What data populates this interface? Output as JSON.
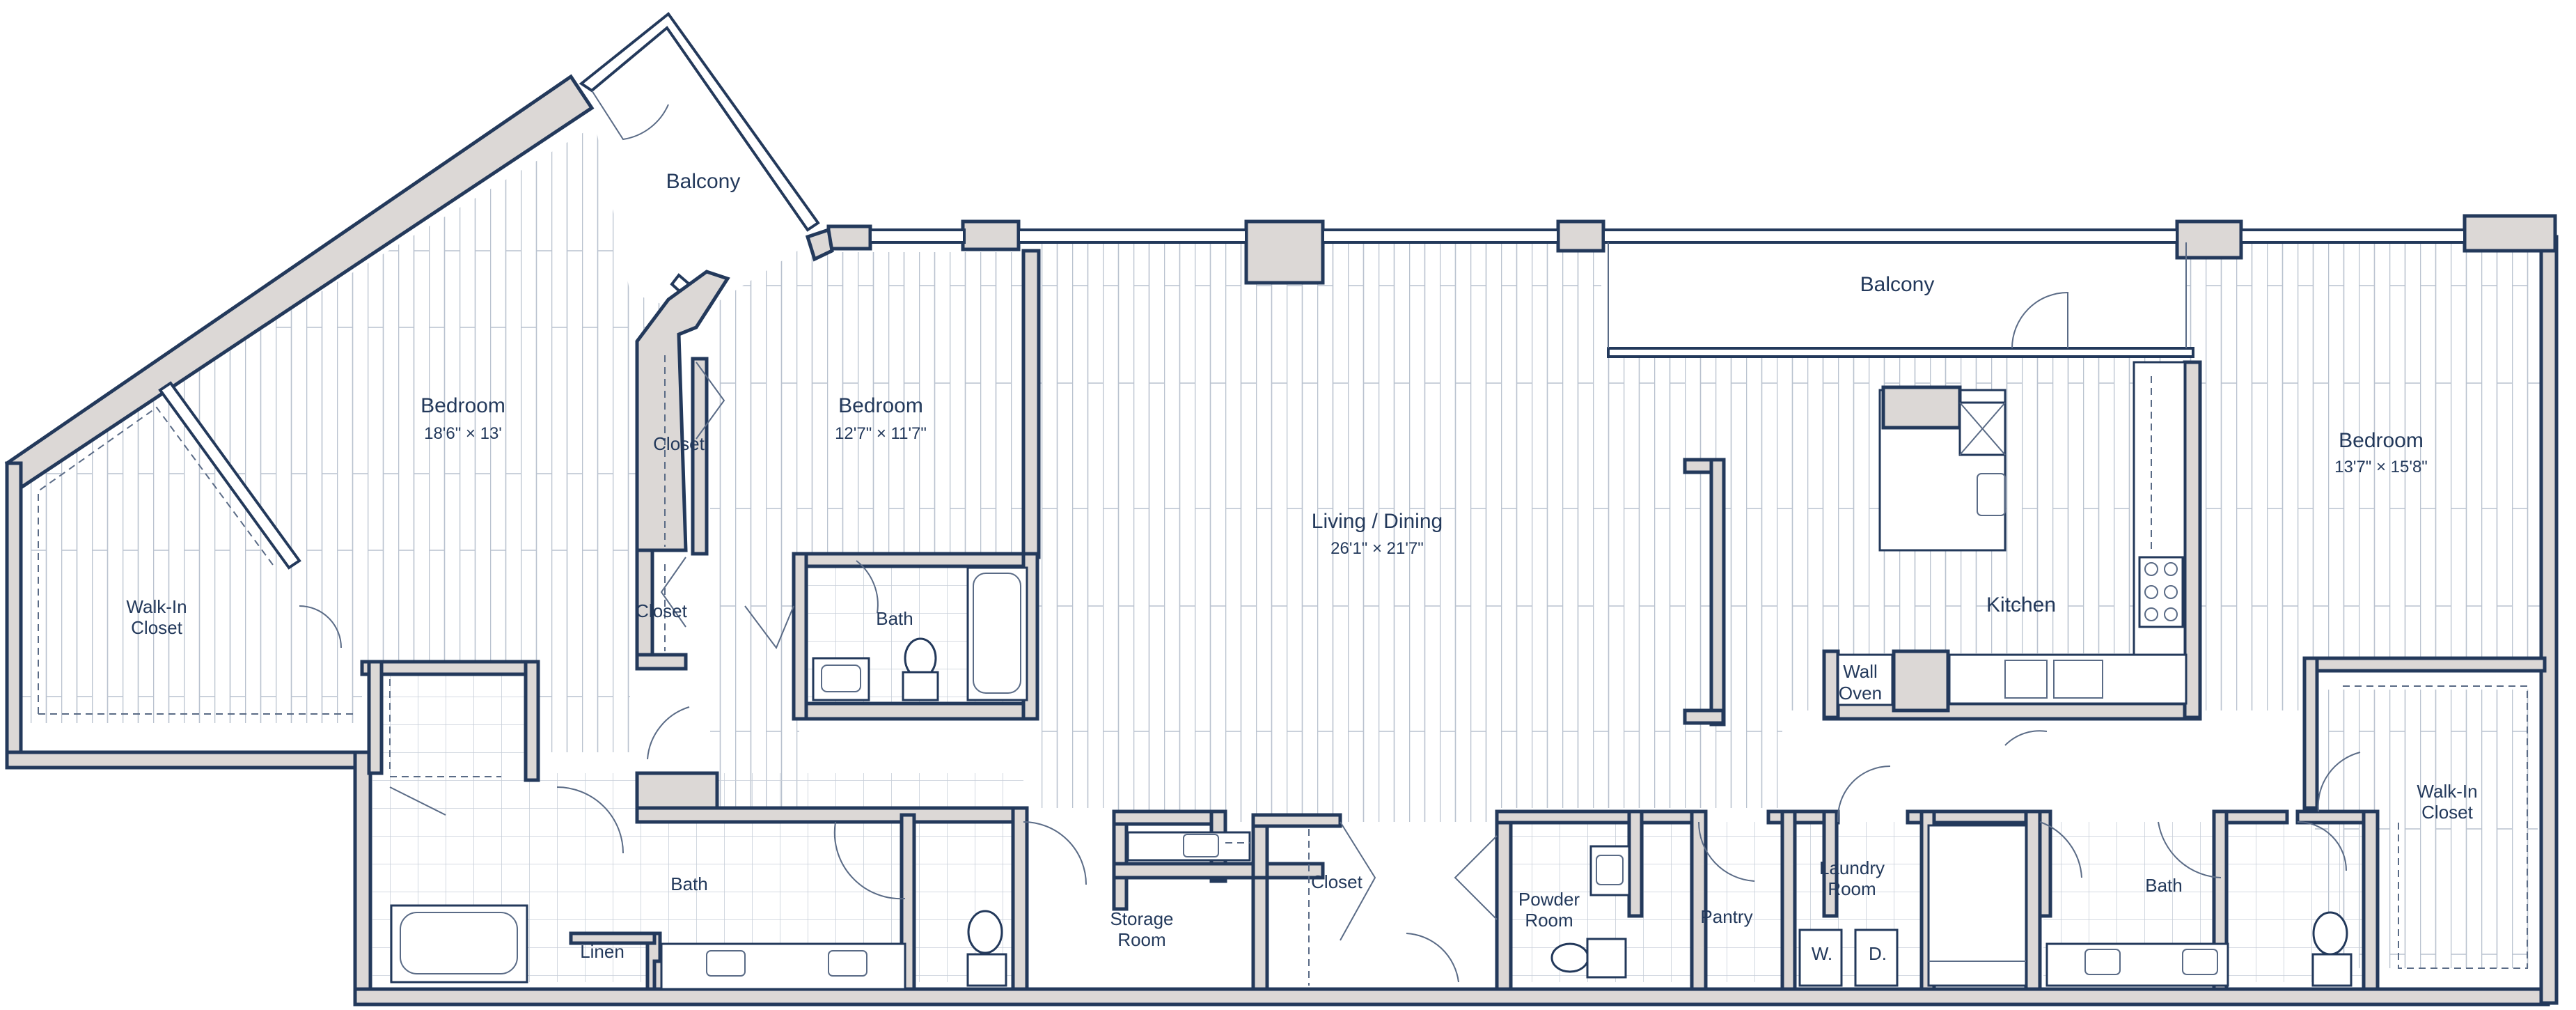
{
  "plan": {
    "rooms": {
      "balcony_west": {
        "name": "Balcony"
      },
      "bedroom_west": {
        "name": "Bedroom",
        "dims": "18'6\" × 13'"
      },
      "walkin_west": {
        "line1": "Walk-In",
        "line2": "Closet"
      },
      "closet_a": {
        "name": "Closet"
      },
      "closet_b": {
        "name": "Closet"
      },
      "bedroom_mid": {
        "name": "Bedroom",
        "dims": "12'7\" × 11'7\""
      },
      "bath_mid": {
        "name": "Bath"
      },
      "bath_west": {
        "name": "Bath"
      },
      "linen": {
        "name": "Linen"
      },
      "storage": {
        "line1": "Storage",
        "line2": "Room"
      },
      "closet_c": {
        "name": "Closet"
      },
      "living": {
        "name": "Living / Dining",
        "dims": "26'1\" × 21'7\""
      },
      "balcony_east": {
        "name": "Balcony"
      },
      "kitchen": {
        "name": "Kitchen"
      },
      "wall_oven": {
        "line1": "Wall",
        "line2": "Oven"
      },
      "powder": {
        "line1": "Powder",
        "line2": "Room"
      },
      "pantry": {
        "name": "Pantry"
      },
      "laundry": {
        "line1": "Laundry",
        "line2": "Room"
      },
      "washer": {
        "name": "W."
      },
      "dryer": {
        "name": "D."
      },
      "bath_east": {
        "name": "Bath"
      },
      "bedroom_east": {
        "name": "Bedroom",
        "dims": "13'7\" × 15'8\""
      },
      "walkin_east": {
        "line1": "Walk-In",
        "line2": "Closet"
      }
    },
    "colors": {
      "wall_line": "#23395b",
      "wall_fill": "#dcd8d6",
      "floor_plank": "#b9c2cf",
      "tile_grid": "#c7ced8",
      "background": "#ffffff"
    }
  }
}
